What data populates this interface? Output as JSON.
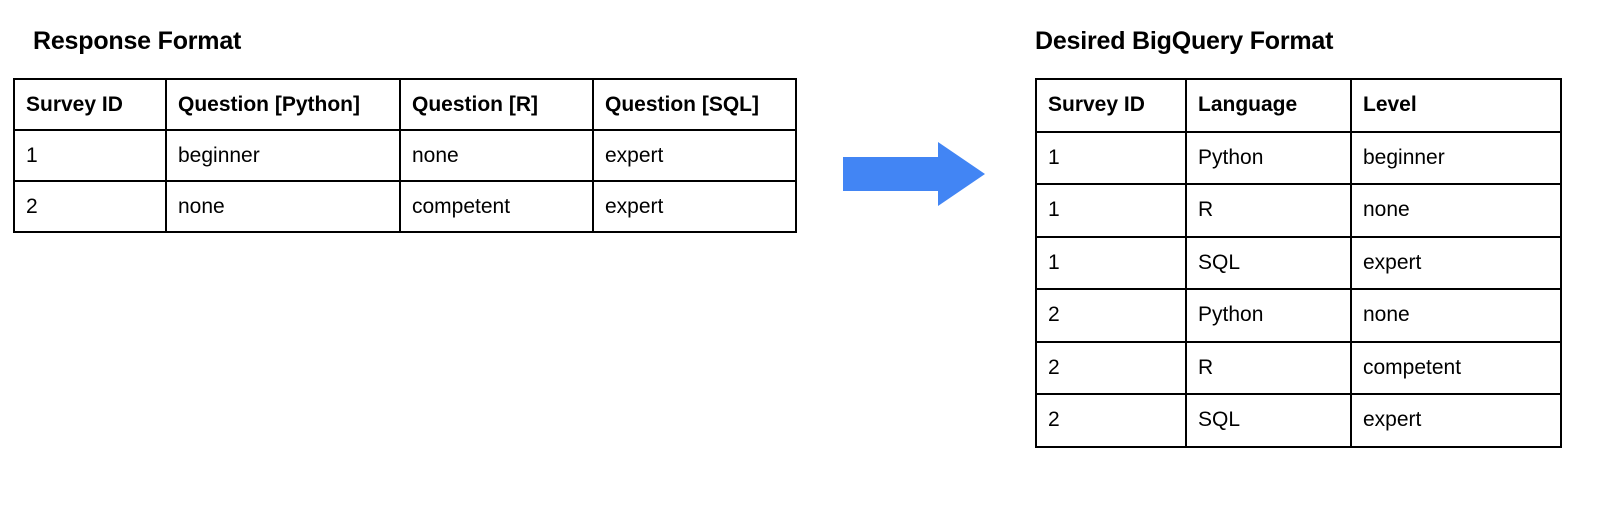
{
  "left": {
    "title": "Response Format",
    "table": {
      "headers": [
        "Survey ID",
        "Question [Python]",
        "Question [R]",
        "Question [SQL]"
      ],
      "rows": [
        [
          "1",
          "beginner",
          "none",
          "expert"
        ],
        [
          "2",
          "none",
          "competent",
          "expert"
        ]
      ]
    }
  },
  "right": {
    "title": "Desired BigQuery Format",
    "table": {
      "headers": [
        "Survey ID",
        "Language",
        "Level"
      ],
      "rows": [
        [
          "1",
          "Python",
          "beginner"
        ],
        [
          "1",
          "R",
          "none"
        ],
        [
          "1",
          "SQL",
          "expert"
        ],
        [
          "2",
          "Python",
          "none"
        ],
        [
          "2",
          "R",
          "competent"
        ],
        [
          "2",
          "SQL",
          "expert"
        ]
      ]
    }
  },
  "arrow": {
    "icon": "arrow-right-icon",
    "color": "#4285F4",
    "direction": "right"
  },
  "colors": {
    "background": "#ffffff",
    "text": "#000000",
    "border": "#000000",
    "accent": "#4285F4"
  }
}
